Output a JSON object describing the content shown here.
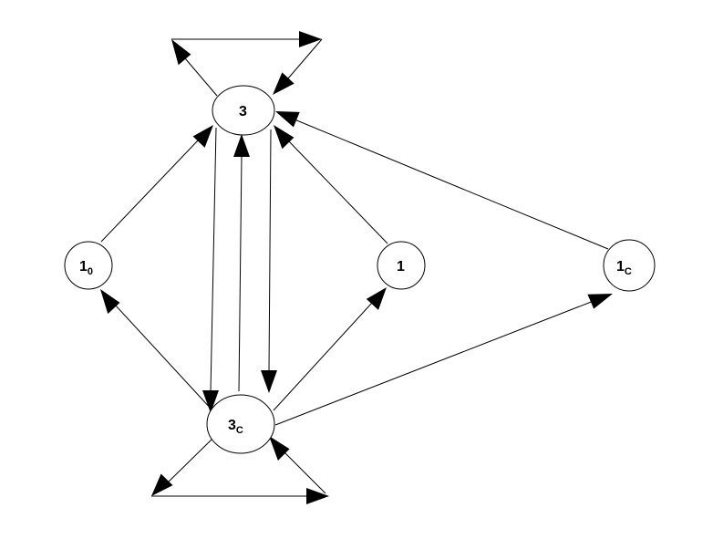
{
  "nodes": [
    {
      "id": "n3",
      "main": "3",
      "sub": ""
    },
    {
      "id": "n10",
      "main": "1",
      "sub": "0"
    },
    {
      "id": "n1",
      "main": "1",
      "sub": ""
    },
    {
      "id": "n1c",
      "main": "1",
      "sub": "C"
    },
    {
      "id": "n3c",
      "main": "3",
      "sub": "C"
    }
  ],
  "edges": [
    {
      "id": "e-3-3c-left",
      "from": "n3",
      "to": "n3c"
    },
    {
      "id": "e-3c-3",
      "from": "n3c",
      "to": "n3"
    },
    {
      "id": "e-3-3c-right",
      "from": "n3",
      "to": "n3c"
    },
    {
      "id": "e-10-3",
      "from": "n10",
      "to": "n3"
    },
    {
      "id": "e-1-3",
      "from": "n1",
      "to": "n3"
    },
    {
      "id": "e-1c-3",
      "from": "n1c",
      "to": "n3"
    },
    {
      "id": "e-3c-10",
      "from": "n3c",
      "to": "n10"
    },
    {
      "id": "e-3c-1",
      "from": "n3c",
      "to": "n1"
    },
    {
      "id": "e-3c-1c",
      "from": "n3c",
      "to": "n1c"
    },
    {
      "id": "e-3-self",
      "from": "n3",
      "to": "n3"
    },
    {
      "id": "e-3c-self",
      "from": "n3c",
      "to": "n3c"
    }
  ],
  "colors": {
    "stroke": "#000000",
    "fill": "#ffffff"
  }
}
